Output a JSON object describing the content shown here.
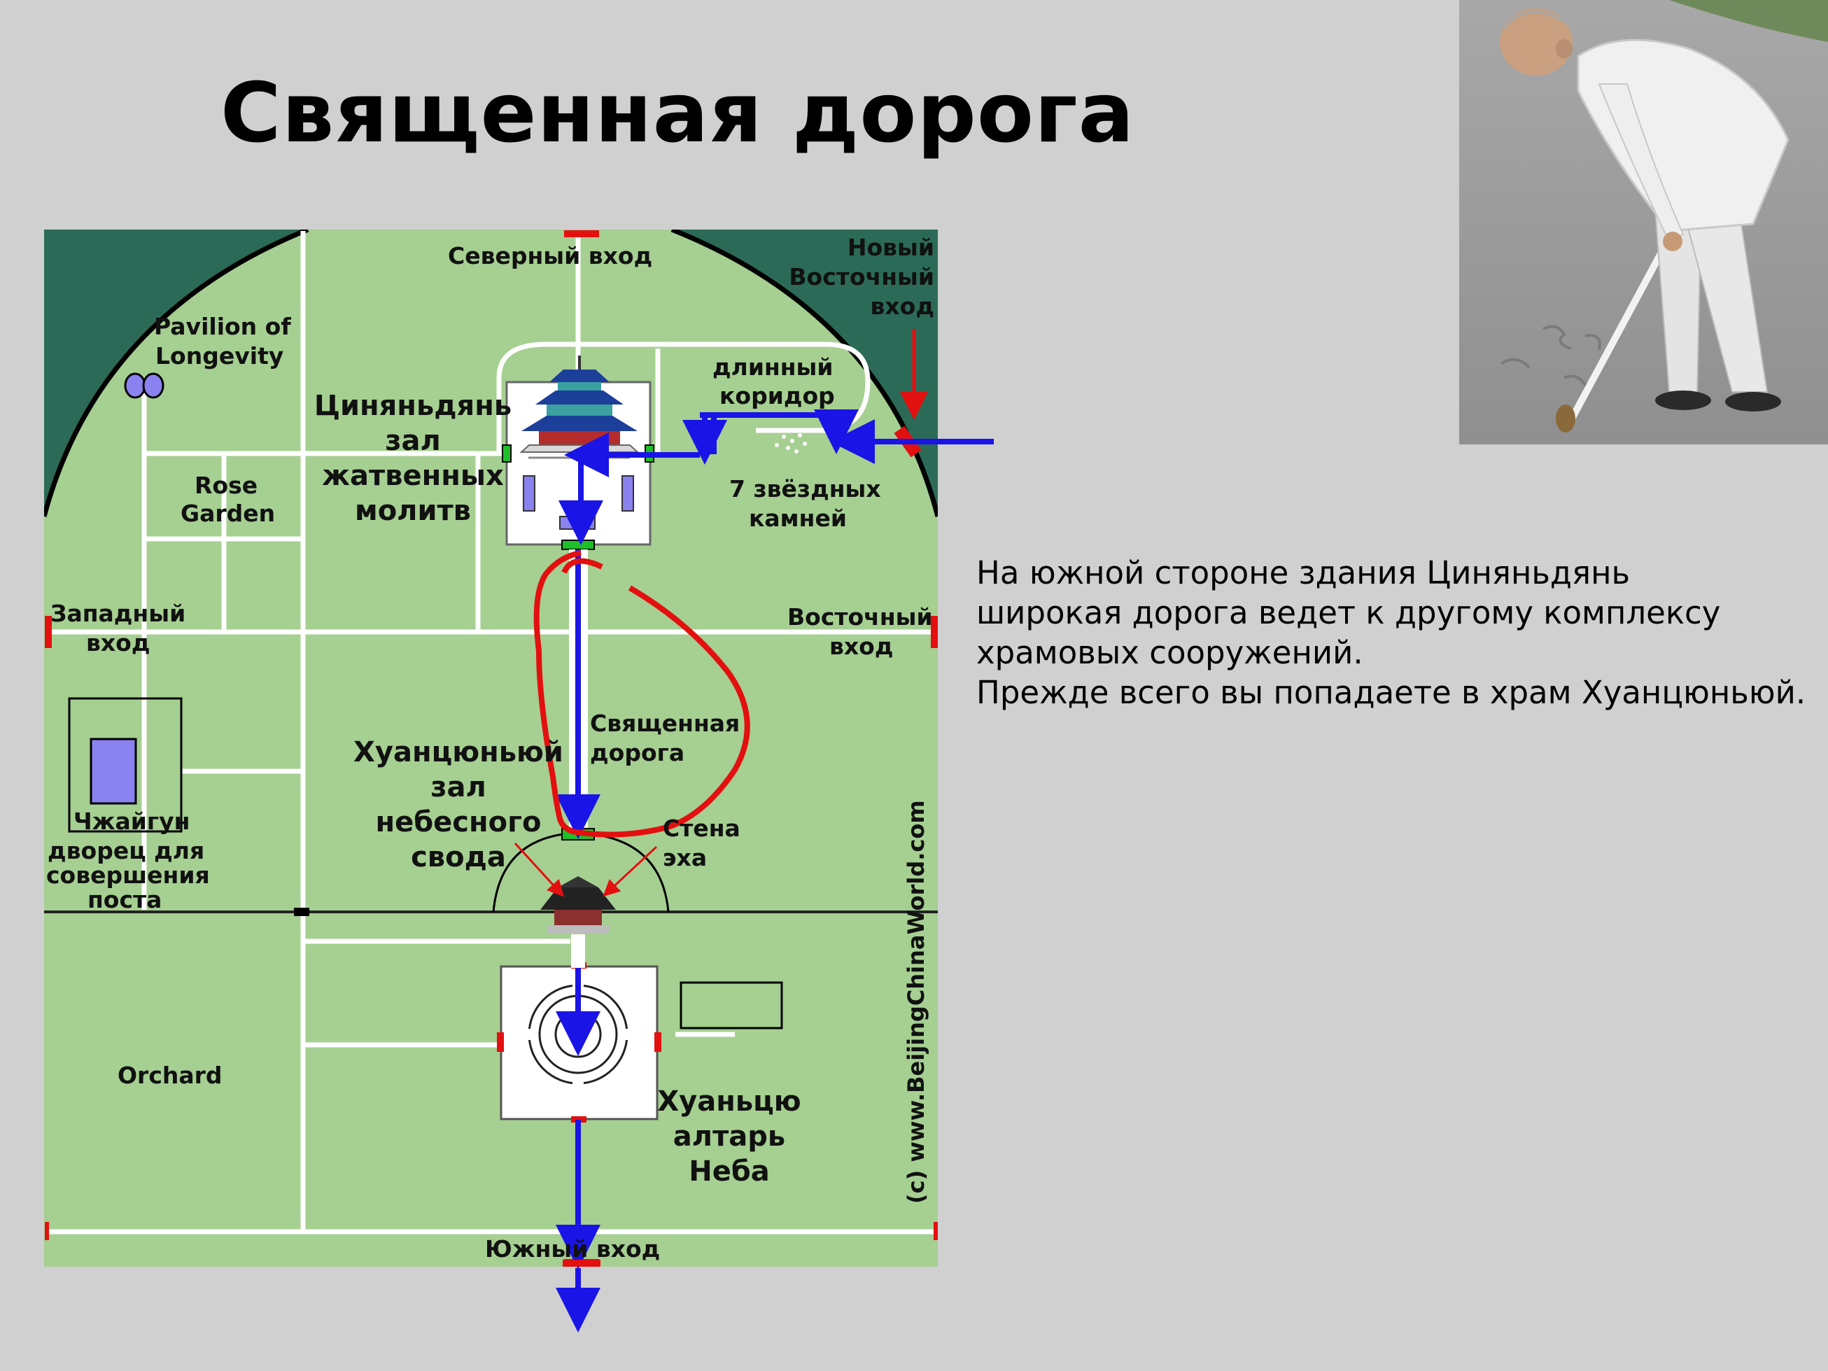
{
  "title": "Священная дорога",
  "description": [
    "На южной стороне здания Циняньдянь",
    "широкая дорога ведет к другому комплексу",
    "храмовых сооружений.",
    "Прежде всего вы попадаете в храм Хуанцюньюй."
  ],
  "map": {
    "north_gate": "Северный вход",
    "new_east_gate": [
      "Новый",
      "Восточный",
      "вход"
    ],
    "pavilion": [
      "Pavilion of",
      "Longevity"
    ],
    "hall_prayer": [
      "Циняньдянь",
      "зал",
      "жатвенных",
      "молитв"
    ],
    "long_corridor": [
      "длинный",
      "коридор"
    ],
    "seven_stones": [
      "7 звёздных",
      "камней"
    ],
    "rose_garden": [
      "Rose",
      "Garden"
    ],
    "west_gate": [
      "Западный",
      "вход"
    ],
    "east_gate": [
      "Восточный",
      "вход"
    ],
    "sacred_way": [
      "Священная",
      "дорога"
    ],
    "vault_hall": [
      "Хуанцюньюй",
      "зал",
      "небесного",
      "свода"
    ],
    "echo_wall": [
      "Стена",
      "эха"
    ],
    "fasting_palace": [
      "Чжайгун",
      "дворец для",
      "совершения",
      "поста"
    ],
    "orchard": "Orchard",
    "altar": [
      "Хуаньцю",
      "алтарь",
      "Неба"
    ],
    "south_gate": "Южный вход",
    "watermark": "(c) www.BeijingChinaWorld.com"
  },
  "colors": {
    "background": "#d0d0d0",
    "park_green": "#a6cf92",
    "dark_green": "#2c6a58",
    "path_white": "#ffffff",
    "route_blue": "#1a14e6",
    "annotation_red": "#e31010",
    "building_purple": "#8a82ee"
  },
  "photo": {
    "icon": "elderly-man-water-calligraphy-photo"
  }
}
